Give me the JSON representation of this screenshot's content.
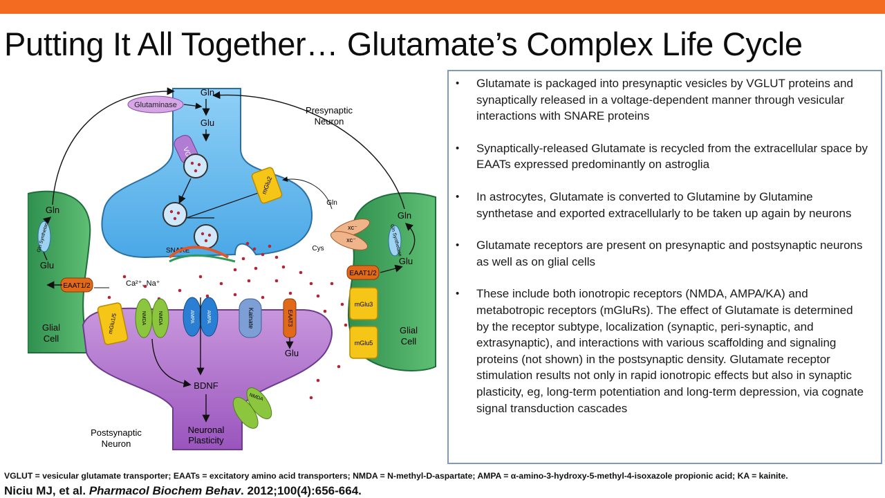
{
  "slide": {
    "title": "Putting It All Together… Glutamate’s Complex Life Cycle",
    "bullets": [
      "Glutamate is packaged into presynaptic vesicles by VGLUT proteins and synaptically released in a voltage-dependent manner through vesicular interactions with SNARE proteins",
      "Synaptically-released Glutamate is recycled from the extracellular space by EAATs expressed predominantly on astroglia",
      "In astrocytes, Glutamate is converted to Glutamine by Glutamine synthetase and exported extracellularly to be taken up again by neurons",
      "Glutamate receptors are present on presynaptic and postsynaptic neurons as well as on glial cells",
      "These include both ionotropic receptors (NMDA, AMPA/KA) and metabotropic receptors (mGluRs). The effect of Glutamate is determined by the receptor subtype, localization (synaptic, peri-synaptic, and extrasynaptic), and interactions with various scaffolding and signaling proteins (not shown) in the postsynaptic density. Glutamate receptor stimulation results not only in rapid ionotropic effects but also in synaptic plasticity, eg, long-term potentiation and long-term depression, via cognate signal transduction cascades"
    ],
    "footnote": "VGLUT = vesicular glutamate transporter; EAATs = excitatory amino acid transporters; NMDA = N-methyl-D-aspartate; AMPA = α-amino-3-hydroxy-5-methyl-4-isoxazole propionic acid; KA = kainite.",
    "citation": {
      "authors": "Niciu MJ, et al.",
      "journal": "Pharmacol Biochem Behav",
      "details": ". 2012;100(4):656-664."
    }
  },
  "diagram": {
    "presynaptic_label": [
      "Presynaptic",
      "Neuron"
    ],
    "postsynaptic_label": [
      "Postsynaptic",
      "Neuron"
    ],
    "glial_left_label": [
      "Glial",
      "Cell"
    ],
    "glial_right_label": [
      "Glial",
      "Cell"
    ],
    "gln": "Gln",
    "glu": "Glu",
    "glutaminase": "Glutaminase",
    "vglut": "VGluT",
    "mglu2": "mGlu2",
    "mglu15": "mGlu1/5",
    "mglu3": "mGlu3",
    "mglu5": "mGlu5",
    "snare": "SNARE",
    "ions": "Ca²⁺, Na⁺",
    "eaat12": "EAAT1/2",
    "eaat3": "EAAT3",
    "gln_synthetase": "Gln Synthetase",
    "nmda": "NMDA",
    "ampa": "AMPA",
    "kainate": "Kainate",
    "xc": "xc⁻",
    "cys": "Cys",
    "bdnf": "BDNF",
    "neuronal_plasticity": [
      "Neuronal",
      "Plasticity"
    ],
    "colors": {
      "presynaptic": "#5ab4ec",
      "postsynaptic": "#b273cc",
      "glial": "#3aa05a",
      "mglu_receptor": "#f5c518",
      "nmda_receptor": "#8cc63f",
      "ampa_receptor": "#2a7fd4",
      "kainate_receptor": "#7d9fd6",
      "eaat": "#e06a1a",
      "glutamate_dot": "#b0273a",
      "title_bar": "#f26b21"
    }
  }
}
